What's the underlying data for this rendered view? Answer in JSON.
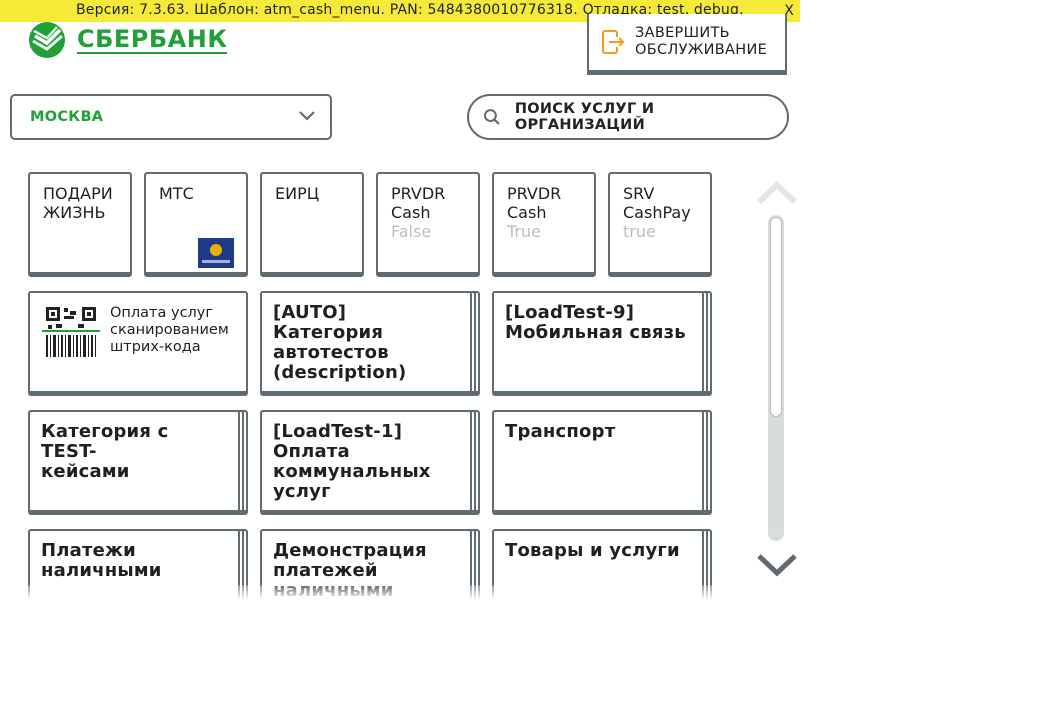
{
  "debug": {
    "text": "Версия: 7.3.63. Шаблон: atm_cash_menu. PAN: 5484380010776318. Отладка: test, debug.",
    "close": "X"
  },
  "logo": {
    "text": "СБЕРБАНК",
    "icon": "sberbank-logo-icon"
  },
  "header": {
    "finish_label": "ЗАВЕРШИТЬ\nОБСЛУЖИВАНИЕ",
    "finish_icon": "exit-icon"
  },
  "city": {
    "value": "МОСКВА",
    "icon": "chevron-down-icon"
  },
  "search": {
    "label": "ПОИСК УСЛУГ И ОРГАНИЗАЦИЙ",
    "icon": "search-icon"
  },
  "small_tiles": [
    {
      "label": "ПОДАРИ\nЖИЗНЬ",
      "sub": ""
    },
    {
      "label": "МТС",
      "sub": ""
    },
    {
      "label": "ЕИРЦ",
      "sub": ""
    },
    {
      "label": "PRVDR\nCash",
      "sub": "False"
    },
    {
      "label": "PRVDR\nCash",
      "sub": "True"
    },
    {
      "label": "SRV\nCashPay",
      "sub": "true"
    }
  ],
  "barcode_tile": {
    "label": "Оплата услуг\nсканированием\nштрих-кода"
  },
  "category_tiles": [
    "[AUTO] Категория\nавтотестов\n(description)",
    "[LoadTest-9]\nМобильная связь",
    "Категория с TEST-\nкейсами",
    "[LoadTest-1]\nОплата\nкоммунальных\nуслуг",
    "Транспорт",
    "Платежи\nналичными",
    "Демонстрация\nплатежей\nналичными",
    "Товары и услуги"
  ],
  "colors": {
    "brand_green": "#21a038",
    "border": "#5f6b70",
    "debug_bar": "#f5ea37",
    "muted": "#b9bec0"
  }
}
